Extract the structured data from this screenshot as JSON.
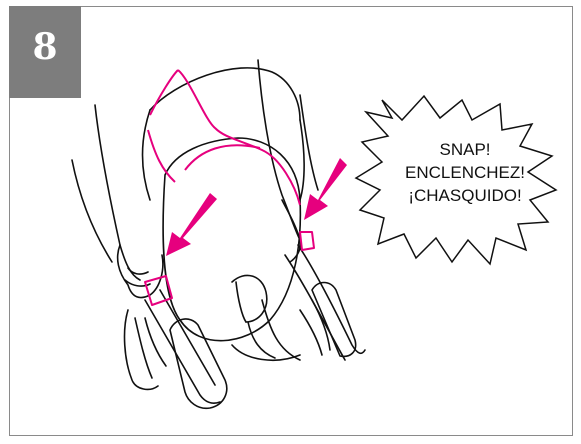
{
  "step": {
    "number": "8"
  },
  "callout": {
    "lines": [
      "SNAP!",
      "ENCLENCHEZ!",
      "¡CHASQUIDO!"
    ]
  },
  "colors": {
    "accent": "#e6007e",
    "badge": "#7d7d7d",
    "border": "#8a8a8a",
    "line": "#111111"
  },
  "icons": {
    "arrows": "arrow-down-left-icon"
  }
}
